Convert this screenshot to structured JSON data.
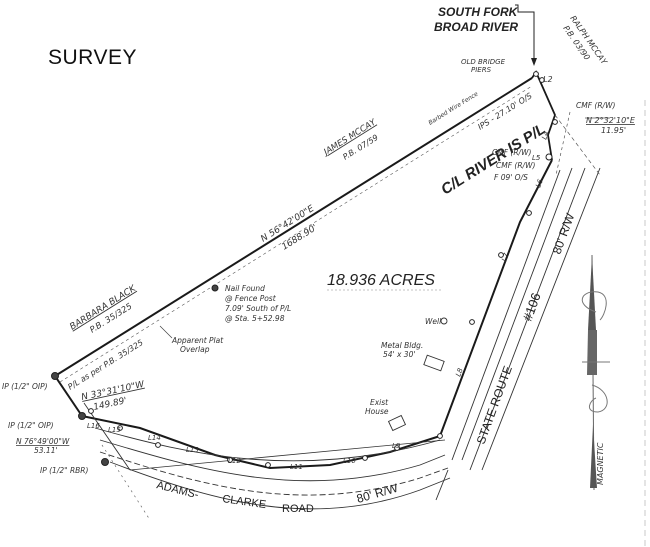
{
  "page": {
    "title": "SURVEY"
  },
  "plat": {
    "area": "18.936 ACRES",
    "river": {
      "name_line1": "SOUTH FORK",
      "name_line2": "BROAD RIVER",
      "centerline_note": "C/L RIVER IS P/L",
      "old_bridge_piers_line1": "OLD BRIDGE",
      "old_bridge_piers_line2": "PIERS",
      "ips_note": "IPS - 27.10' O/S",
      "l2": "L2"
    },
    "adjoiners": {
      "north_east": {
        "name": "RALPH MCCAY",
        "book": "P.B. 03/90"
      },
      "north": {
        "name": "JAMES MCCAY",
        "book": "P.B. 07/59"
      },
      "west": {
        "name": "BARBARA BLACK",
        "book": "P.B. 35/325"
      }
    },
    "boundary_calls": {
      "north_line_bearing": "N 56°42'00\"E",
      "north_line_distance": "1688.90'",
      "barbed_wire_fence": "Barbed Wire Fence",
      "west_line_note": "P/L as per P.B. 35/325",
      "west_line_bearing": "N 33°31'10\"W",
      "west_line_distance": "149.89'",
      "sw_bearing": "N 76°49'00\"W",
      "sw_distance": "53.11'",
      "ne_bearing": "N 2°32'10\"E",
      "ne_distance": "11.95'"
    },
    "monuments": {
      "west_corner": "IP (1/2\" OIP)",
      "sw_corner_1": "IP (1/2\" OIP)",
      "sw_corner_2": "IP (1/2\" RBR)",
      "cmf_1": "CMF (R/W)",
      "cmf_2": "CMF (R/W)",
      "cmf_3": "CMF (R/W)",
      "cmf_offset": "F 09' O/S"
    },
    "notes": {
      "nail_line1": "Nail Found",
      "nail_line2": "@ Fence Post",
      "nail_line3": "7.09' South of P/L",
      "nail_line4": "@ Sta. 5+52.98",
      "plat_overlap_line1": "Apparent Plat",
      "plat_overlap_line2": "Overlap"
    },
    "features": {
      "well": "Well",
      "metal_bldg_line1": "Metal Bldg.",
      "metal_bldg_line2": "54' x 30'",
      "house_line1": "Exist",
      "house_line2": "House"
    },
    "line_labels": [
      "L4",
      "L5",
      "L6",
      "L7",
      "L8",
      "L9",
      "L10",
      "L11",
      "L12",
      "L13",
      "L14",
      "L15",
      "L16"
    ],
    "roads": {
      "state_route": "STATE ROUTE",
      "state_route_number": "#106",
      "state_route_row": "80' R/W",
      "county_road_part1": "ADAMS-",
      "county_road_part2": "CLARKE",
      "county_road_part3": "ROAD",
      "county_road_row": "80' R/W"
    },
    "north_arrow": {
      "label": "MAGNETIC"
    },
    "colors": {
      "line": "#1a1a1a",
      "text": "#333333",
      "arrow_fill": "#555555"
    }
  }
}
